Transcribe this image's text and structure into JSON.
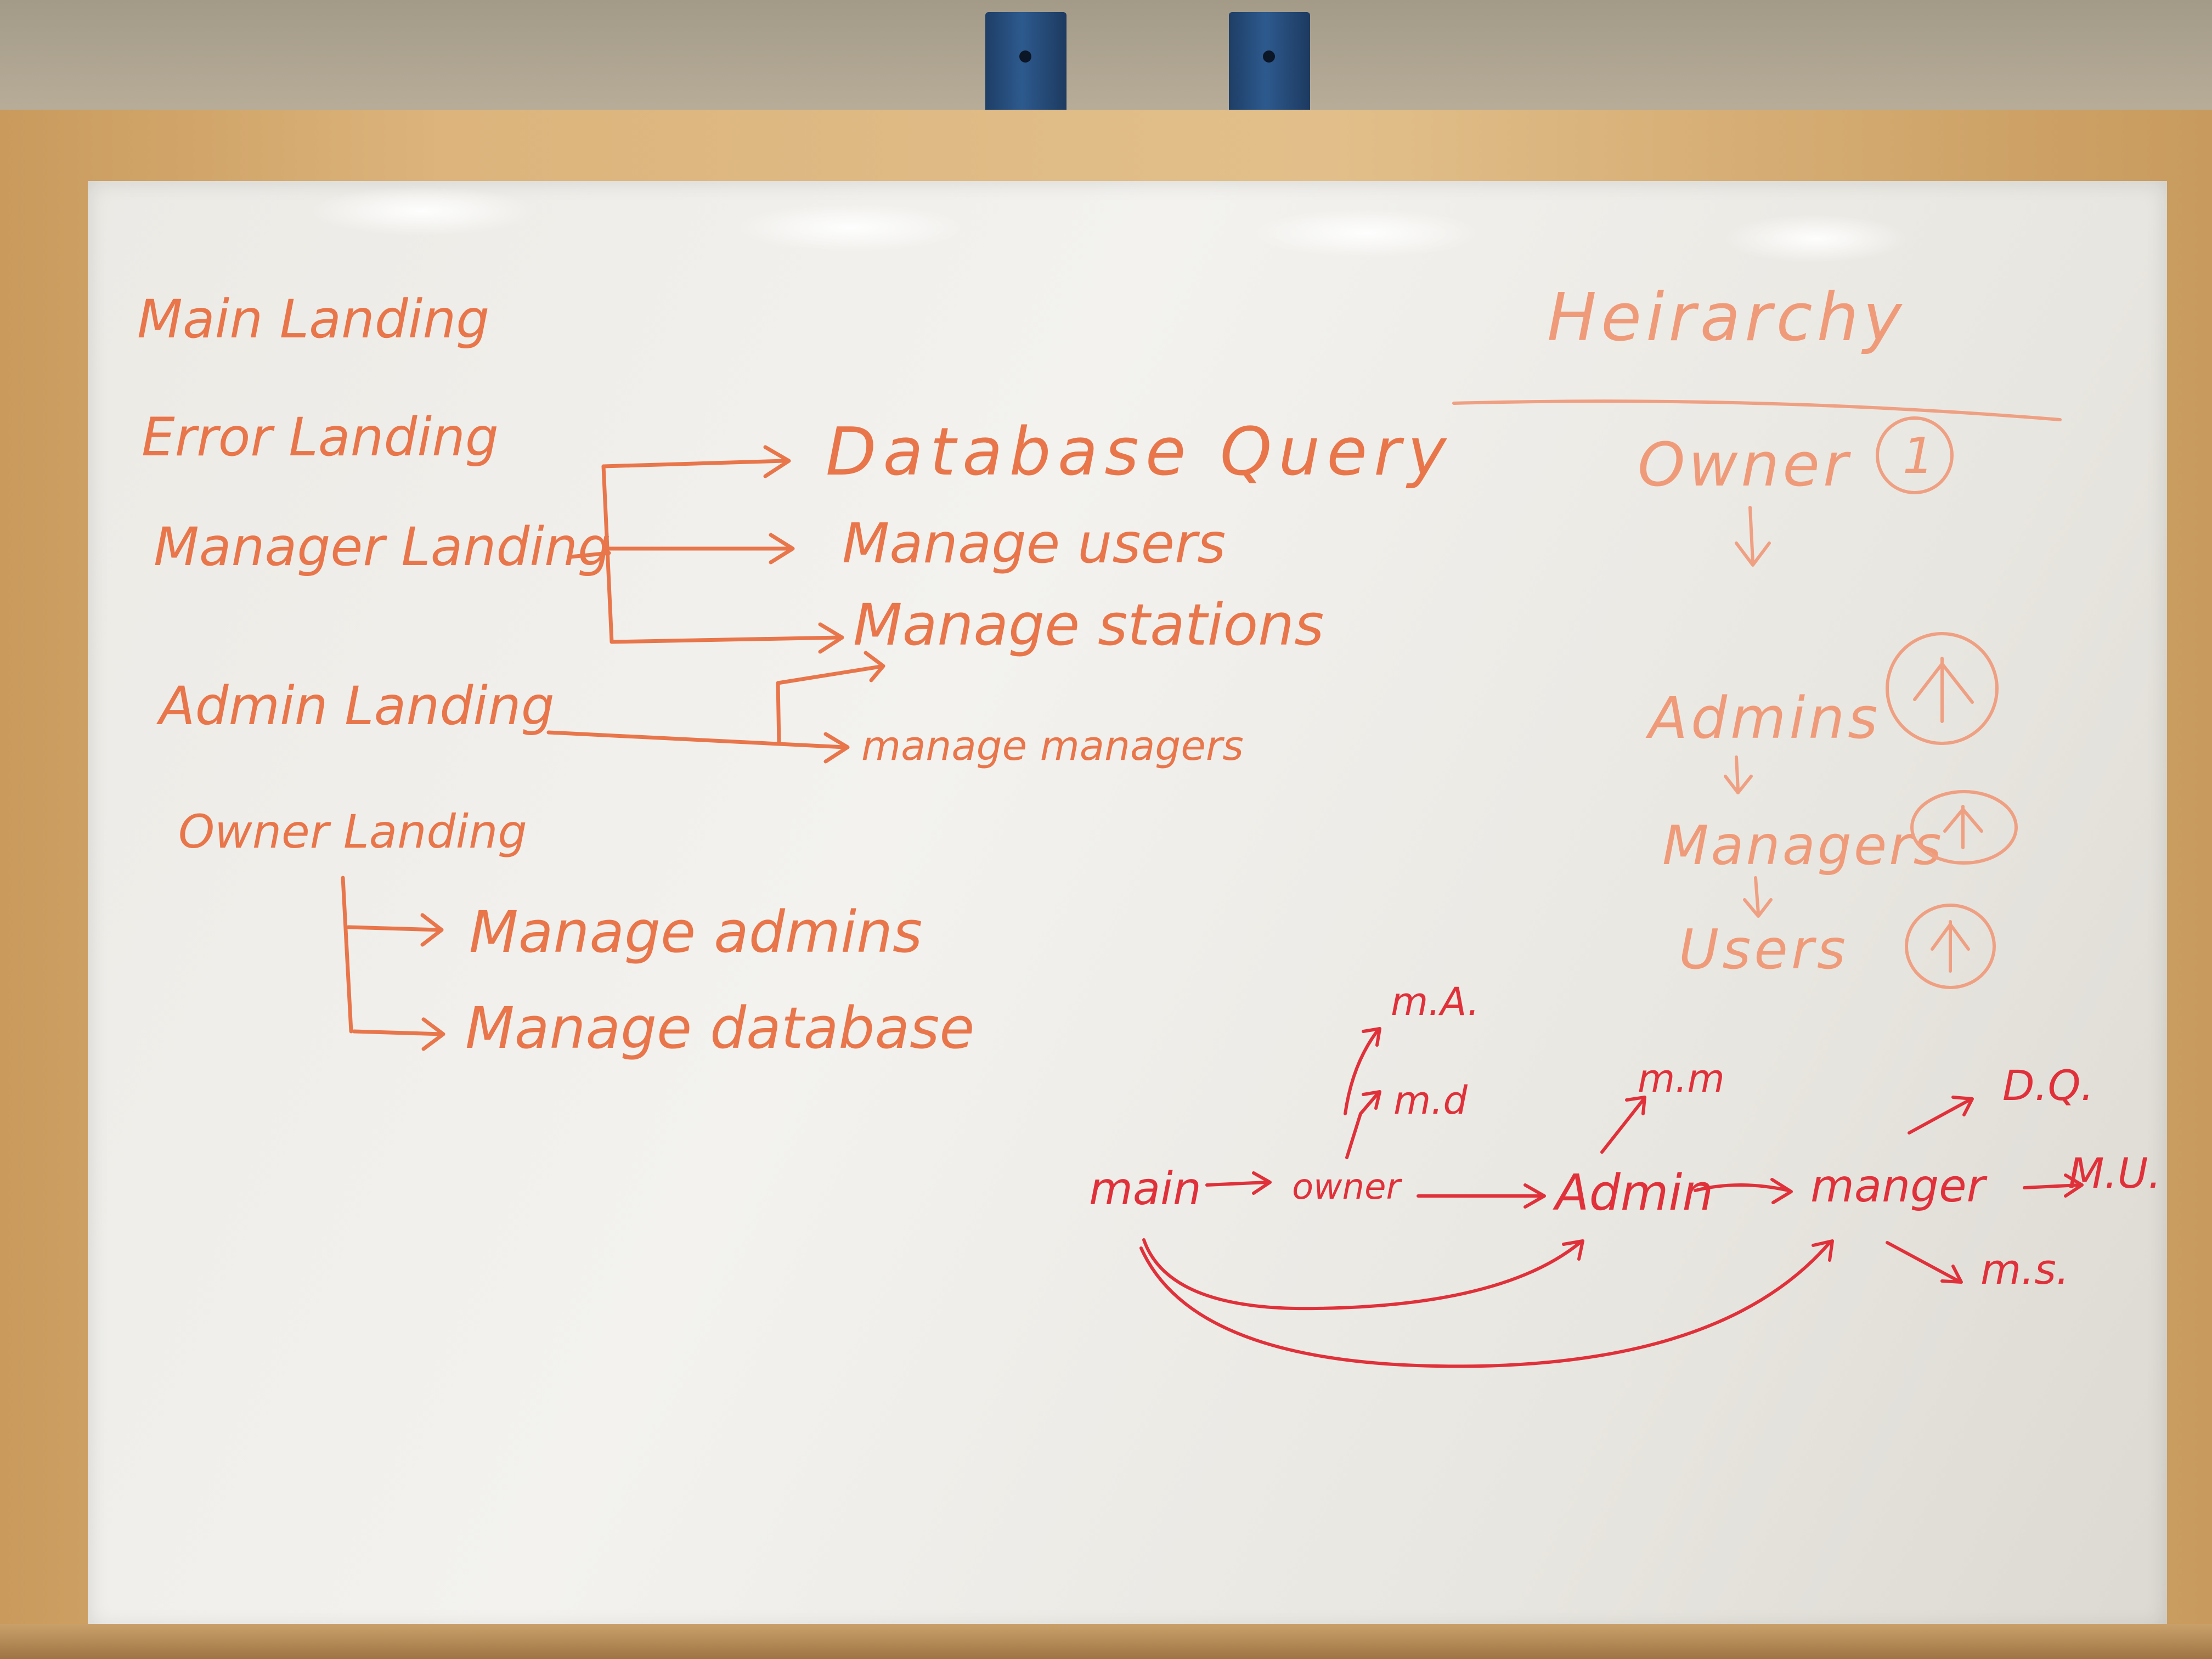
{
  "left_list": {
    "main_landing": "Main Landing",
    "error_landing": "Error Landing",
    "manager_landing": "Manager Landing",
    "admin_landing": "Admin Landing",
    "owner_landing": "Owner Landing"
  },
  "manager_branches": {
    "database_query": "Database Query",
    "manage_users": "Manage users",
    "manage_stations": "Manage stations"
  },
  "admin_branch": {
    "manage_managers": "manage managers"
  },
  "owner_branches": {
    "manage_admins": "Manage admins",
    "manage_database": "Manage database"
  },
  "hierarchy": {
    "title": "Heirarchy",
    "owner": "Owner",
    "owner_badge": "1",
    "admins": "Admins",
    "managers": "Managers",
    "users": "Users"
  },
  "flow": {
    "main": "main",
    "owner": "owner",
    "admin": "Admin",
    "manager": "manger",
    "ma": "m.A.",
    "md": "m.d",
    "mm": "m.m",
    "dq": "D.Q.",
    "mu": "M.U.",
    "ms": "m.s."
  },
  "colors": {
    "orange_marker": "#e8764a",
    "light_orange_marker": "#ef9b7a",
    "red_marker": "#e0313a",
    "board": "#f1f0ec",
    "frame": "#dcb47c",
    "clip": "#2d5a8e"
  }
}
